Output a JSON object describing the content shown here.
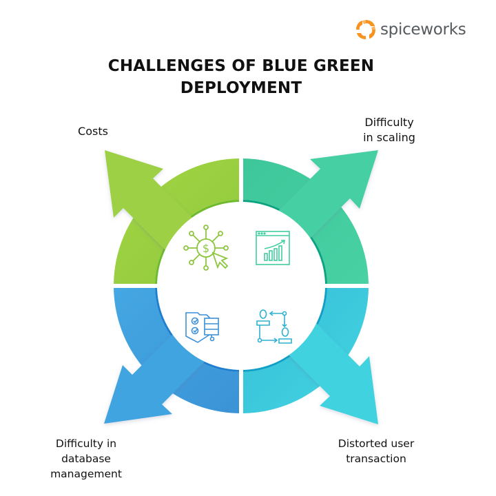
{
  "brand": {
    "name": "spiceworks",
    "logo_icon": "spiceworks-swirl-icon",
    "logo_color": "#f7931e",
    "text_color": "#555a5e"
  },
  "title": {
    "line1": "CHALLENGES OF BLUE GREEN",
    "line2": "DEPLOYMENT"
  },
  "quadrants": [
    {
      "position": "top-left",
      "label": "Costs",
      "icon": "dollar-network-cursor-icon",
      "color": "#9ccf45"
    },
    {
      "position": "top-right",
      "label_line1": "Difficulty",
      "label_line2": "in scaling",
      "icon": "browser-growth-chart-icon",
      "color": "#45cfa0"
    },
    {
      "position": "bottom-left",
      "label_line1": "Difficulty in",
      "label_line2": "database",
      "label_line3": "management",
      "icon": "shield-checklist-database-icon",
      "color": "#42a3df"
    },
    {
      "position": "bottom-right",
      "label_line1": "Distorted user",
      "label_line2": "transaction",
      "icon": "user-transfer-flow-icon",
      "color": "#3fd3e0"
    }
  ]
}
